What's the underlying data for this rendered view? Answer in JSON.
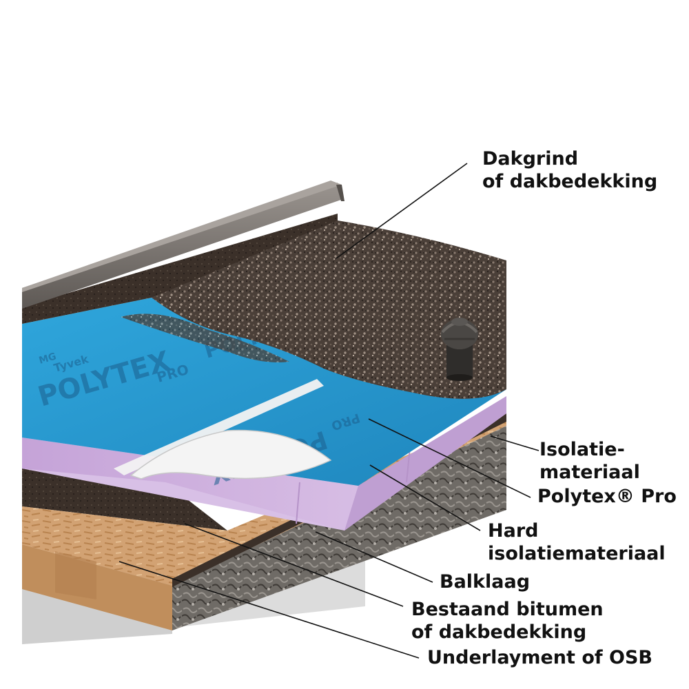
{
  "labels": {
    "dakgrind": {
      "line1": "Dakgrind",
      "line2": "of dakbedekking"
    },
    "isolatie": {
      "line1": "Isolatie-",
      "line2": "materiaal"
    },
    "polytex": {
      "line1": "Polytex® Pro"
    },
    "hard": {
      "line1": "Hard",
      "line2": "isolatiemateriaal"
    },
    "balklaag": {
      "line1": "Balklaag"
    },
    "bitumen": {
      "line1": "Bestaand bitumen",
      "line2": "of dakbedekking"
    },
    "underlayment": {
      "line1": "Underlayment of OSB"
    }
  },
  "membrane_print": {
    "brand": "POLYTEX",
    "suffix": "PRO",
    "maker": "Tyvek",
    "badge": "MG"
  },
  "colors": {
    "gravel": "#4a3f38",
    "membrane": "#2b9ad0",
    "hard_insulation": "#c9a8da",
    "osb": "#d2a273",
    "bitumen": "#3b3029",
    "insulation": "#6e6e6e",
    "trim": "#77716d",
    "wall": "#dcdcdc",
    "leader": "#111111"
  }
}
